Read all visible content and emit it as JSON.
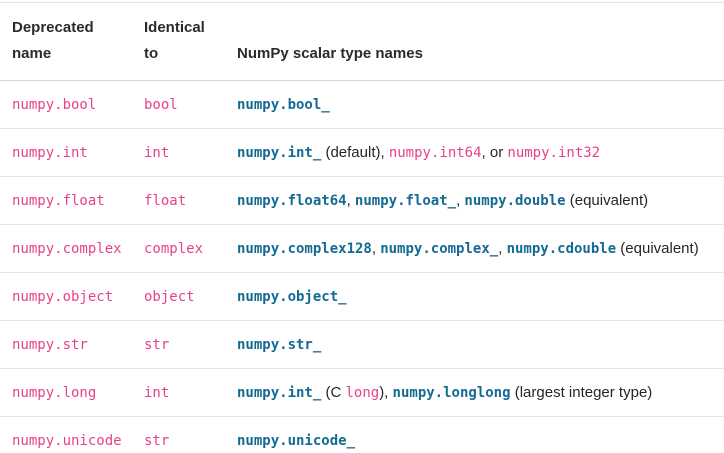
{
  "colors": {
    "deprecated_code_pink": "#e8418c",
    "type_link_teal": "#136a93",
    "body_text": "#262626",
    "row_divider": "#e4e4e7",
    "header_divider": "#d8d8db"
  },
  "table": {
    "headers": [
      "Deprecated name",
      "Identical to",
      "NumPy scalar type names"
    ],
    "rows": [
      {
        "deprecated": "numpy.bool",
        "identical": "bool",
        "scalar": [
          {
            "kind": "link",
            "text": "numpy.bool_"
          }
        ]
      },
      {
        "deprecated": "numpy.int",
        "identical": "int",
        "scalar": [
          {
            "kind": "link",
            "text": "numpy.int_"
          },
          {
            "kind": "text",
            "text": " (default), "
          },
          {
            "kind": "code",
            "text": "numpy.int64"
          },
          {
            "kind": "text",
            "text": ", or "
          },
          {
            "kind": "code",
            "text": "numpy.int32"
          }
        ]
      },
      {
        "deprecated": "numpy.float",
        "identical": "float",
        "scalar": [
          {
            "kind": "link",
            "text": "numpy.float64"
          },
          {
            "kind": "text",
            "text": ", "
          },
          {
            "kind": "link",
            "text": "numpy.float_"
          },
          {
            "kind": "text",
            "text": ", "
          },
          {
            "kind": "link",
            "text": "numpy.double"
          },
          {
            "kind": "text",
            "text": " (equivalent)"
          }
        ]
      },
      {
        "deprecated": "numpy.complex",
        "identical": "complex",
        "scalar": [
          {
            "kind": "link",
            "text": "numpy.complex128"
          },
          {
            "kind": "text",
            "text": ", "
          },
          {
            "kind": "link",
            "text": "numpy.complex_"
          },
          {
            "kind": "text",
            "text": ", "
          },
          {
            "kind": "link",
            "text": "numpy.cdouble"
          },
          {
            "kind": "text",
            "text": " (equivalent)"
          }
        ]
      },
      {
        "deprecated": "numpy.object",
        "identical": "object",
        "scalar": [
          {
            "kind": "link",
            "text": "numpy.object_"
          }
        ]
      },
      {
        "deprecated": "numpy.str",
        "identical": "str",
        "scalar": [
          {
            "kind": "link",
            "text": "numpy.str_"
          }
        ]
      },
      {
        "deprecated": "numpy.long",
        "identical": "int",
        "scalar": [
          {
            "kind": "link",
            "text": "numpy.int_"
          },
          {
            "kind": "text",
            "text": " (C "
          },
          {
            "kind": "code",
            "text": "long"
          },
          {
            "kind": "text",
            "text": "), "
          },
          {
            "kind": "link",
            "text": "numpy.longlong"
          },
          {
            "kind": "text",
            "text": " (largest integer type)"
          }
        ]
      },
      {
        "deprecated": "numpy.unicode",
        "identical": "str",
        "scalar": [
          {
            "kind": "link",
            "text": "numpy.unicode_"
          }
        ]
      }
    ]
  }
}
